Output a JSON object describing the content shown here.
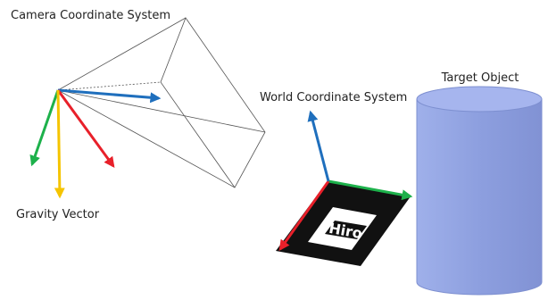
{
  "labels": {
    "camera": "Camera Coordinate System",
    "gravity": "Gravity Vector",
    "world": "World Coordinate System",
    "target": "Target Object",
    "marker": "Hiro"
  },
  "colors": {
    "x_axis": "#e8202a",
    "y_axis": "#1db14b",
    "z_axis": "#1f6fbd",
    "gravity": "#f5c400",
    "frustum": "#555555",
    "marker_border": "#111111",
    "cylinder_fill": "#8fa2e2",
    "cylinder_stroke": "#7d8fd0"
  }
}
